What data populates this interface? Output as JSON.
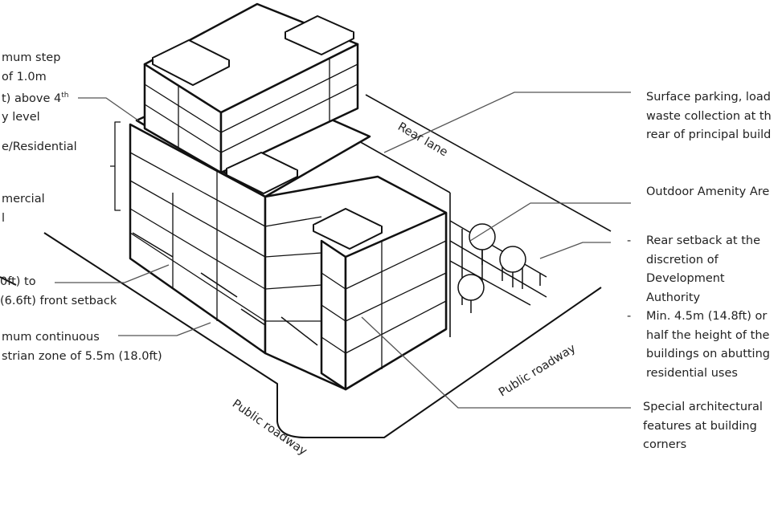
{
  "left_labels": {
    "stepback": [
      "mum step",
      "of 1.0m",
      "t) above 4",
      "y level"
    ],
    "stepback_sup": "th",
    "upper_use": "e/Residential",
    "ground_use": [
      "mercial",
      "l"
    ],
    "front_setback": [
      "0ft) to",
      "(6.6ft) front setback"
    ],
    "pedestrian_zone": [
      "mum continuous",
      "strian zone of 5.5m (18.0ft)"
    ]
  },
  "right_labels": {
    "parking": [
      "Surface parking, load",
      "waste collection at th",
      "rear of principal build"
    ],
    "amenity": "Outdoor Amenity Are",
    "rear_setback_1": [
      "Rear setback at the",
      "discretion of",
      "Development",
      "Authority"
    ],
    "rear_setback_2": [
      "Min. 4.5m (14.8ft) or",
      "half the height of the",
      "buildings on abutting",
      "residential uses"
    ],
    "corners": [
      "Special architectural",
      "features at building",
      "corners"
    ],
    "bullet": "-"
  },
  "diagram_labels": {
    "rear_lane": "Rear lane",
    "public_roadway_front": "Public roadway",
    "public_roadway_side": "Public roadway"
  }
}
